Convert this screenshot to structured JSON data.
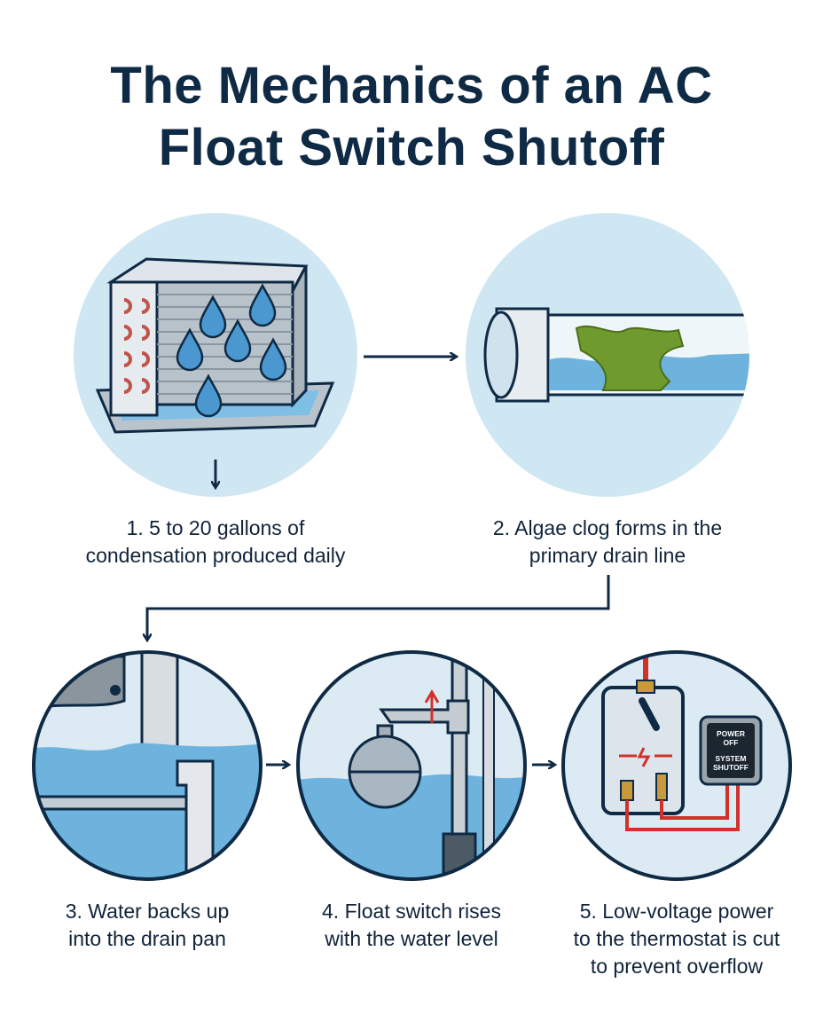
{
  "title": {
    "line1": "The Mechanics of an AC",
    "line2": "Float Switch Shutoff"
  },
  "steps": [
    {
      "line1": "1. 5 to 20 gallons of",
      "line2": "condensation produced daily",
      "line3": ""
    },
    {
      "line1": "2. Algae clog forms in the",
      "line2": "primary drain line",
      "line3": ""
    },
    {
      "line1": "3. Water backs up",
      "line2": "into the drain pan",
      "line3": ""
    },
    {
      "line1": "4. Float switch rises",
      "line2": "with the water level",
      "line3": ""
    },
    {
      "line1": "5. Low-voltage power",
      "line2": "to the thermostat is cut",
      "line3": "to prevent overflow"
    }
  ],
  "panel": {
    "line1": "POWER",
    "line2": "OFF",
    "line3": "SYSTEM",
    "line4": "SHUTOFF"
  },
  "colors": {
    "navy": "#0f2a44",
    "circle_fill": "#cfe7f3",
    "water": "#5fa8d6",
    "algae": "#6f9a2e",
    "wire_red": "#d0322b",
    "metal": "#9aa4ad"
  }
}
